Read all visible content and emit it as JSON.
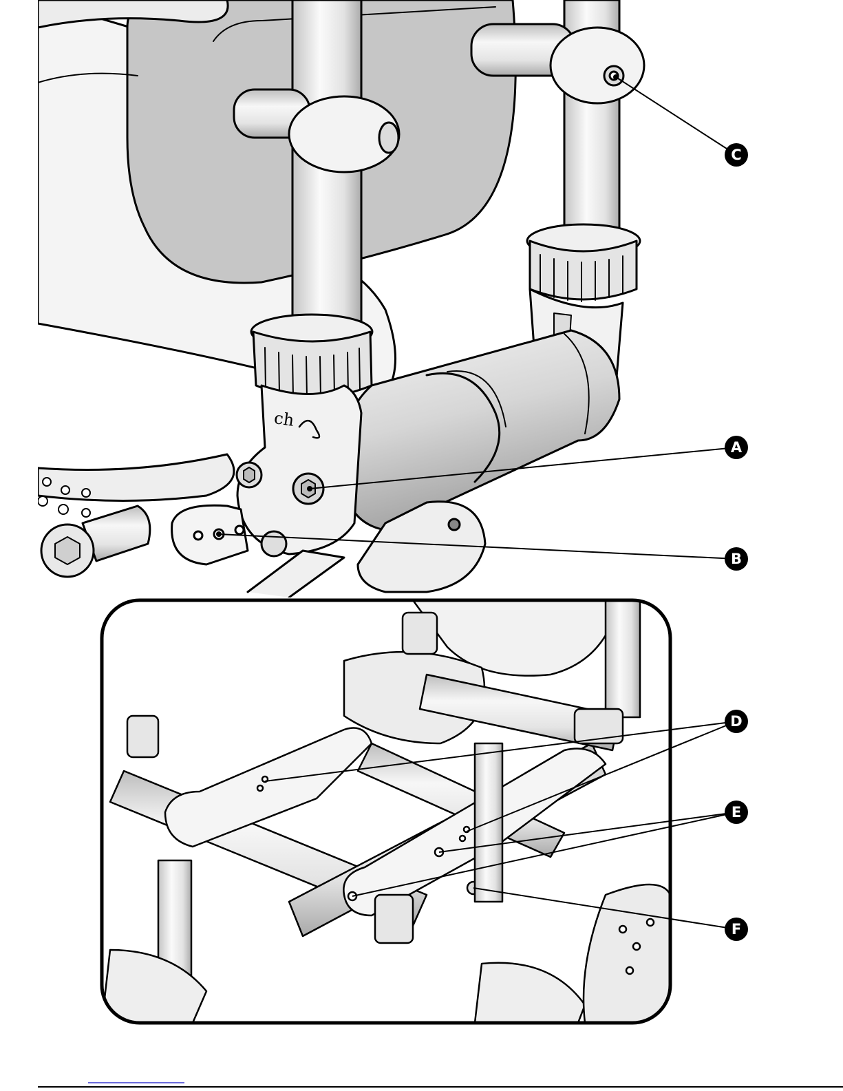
{
  "callouts": {
    "a": "A",
    "b": "B",
    "c": "C",
    "d": "D",
    "e": "E",
    "f": "F"
  },
  "colors": {
    "ink": "#000000",
    "light_part": "#f2f2f2",
    "mid_part": "#e0e0e0",
    "shadow_panel": "#c6c6c6",
    "background": "#ffffff",
    "footer_rule_accent": "#3a3ad0"
  }
}
